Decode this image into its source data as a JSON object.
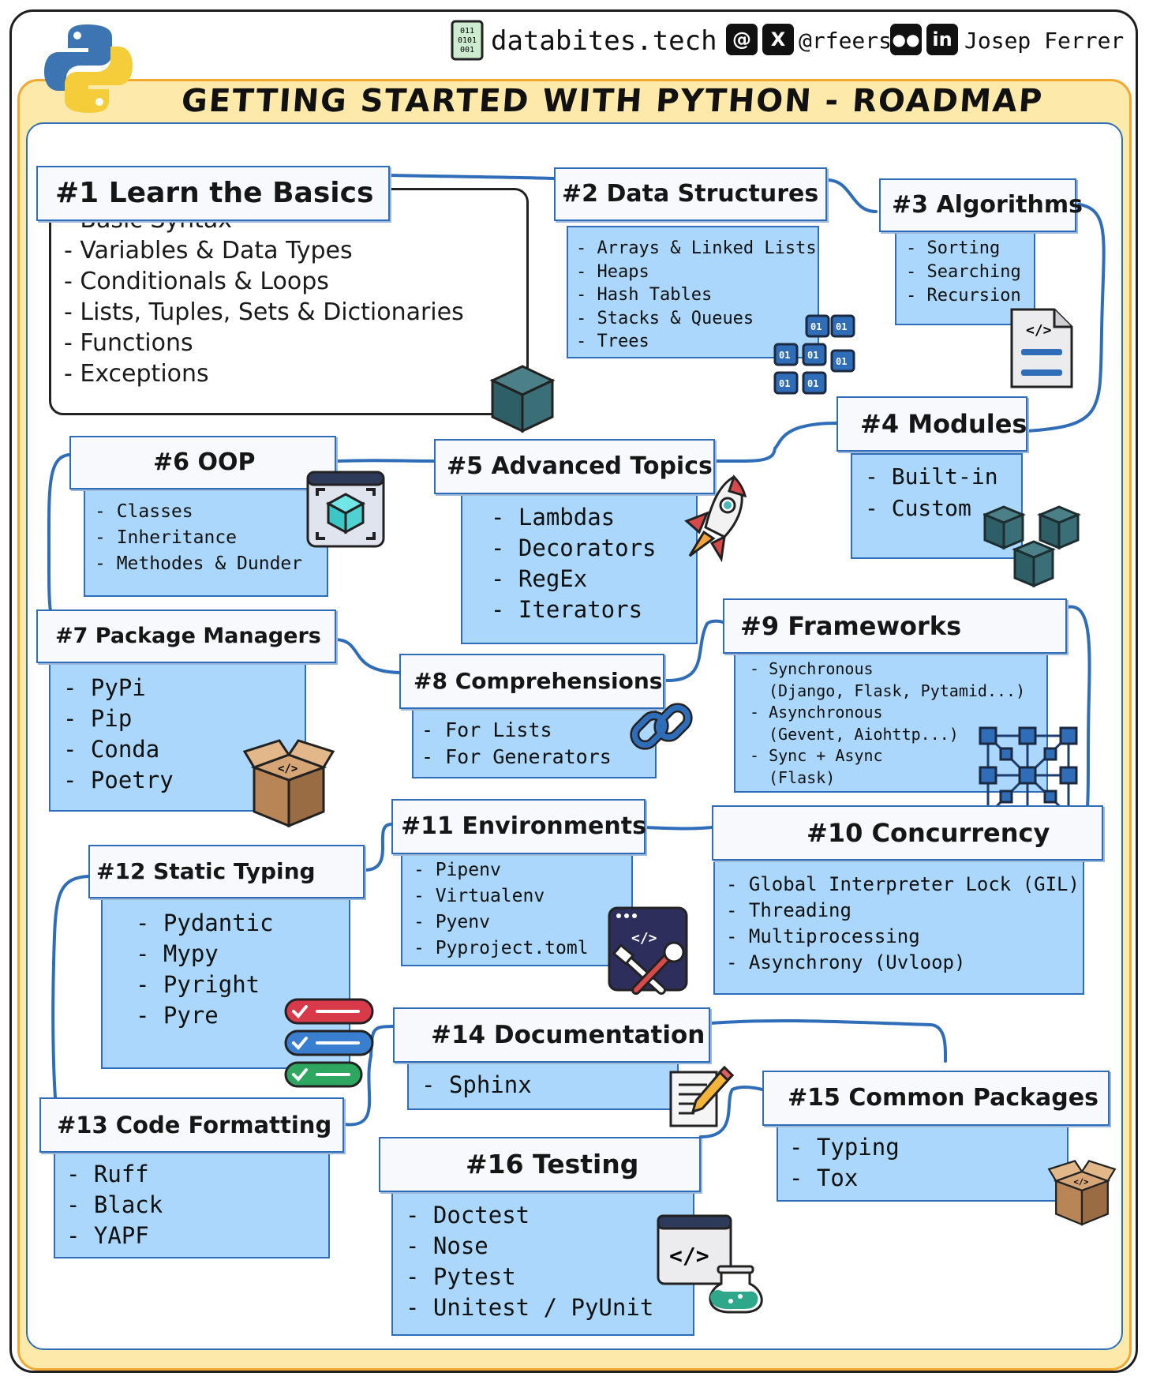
{
  "header": {
    "title": "GETTING STARTED WITH PYTHON - ROADMAP",
    "site": "databites.tech",
    "handle": "@rfeers",
    "author": "Josep Ferrer",
    "bits_icon_text": [
      "011",
      "0101",
      "001"
    ]
  },
  "colors": {
    "box_fill": "#aad7fb",
    "border_blue": "#2f6db8",
    "frame_yellow": "#fde9a9",
    "frame_orange": "#f2a72f"
  },
  "steps": {
    "s1": {
      "title": "#1 Learn the Basics",
      "items": [
        "Basic Syntax",
        "Variables & Data Types",
        "Conditionals & Loops",
        "Lists, Tuples, Sets & Dictionaries",
        "Functions",
        "Exceptions"
      ]
    },
    "s2": {
      "title": "#2 Data Structures",
      "items": [
        "Arrays & Linked Lists",
        "Heaps",
        "Hash Tables",
        "Stacks & Queues",
        "Trees"
      ]
    },
    "s3": {
      "title": "#3 Algorithms",
      "items": [
        "Sorting",
        "Searching",
        "Recursion"
      ]
    },
    "s4": {
      "title": "#4 Modules",
      "items": [
        "Built-in",
        "Custom"
      ]
    },
    "s5": {
      "title": "#5 Advanced Topics",
      "items": [
        "Lambdas",
        "Decorators",
        "RegEx",
        "Iterators"
      ]
    },
    "s6": {
      "title": "#6 OOP",
      "items": [
        "Classes",
        "Inheritance",
        "Methodes & Dunder"
      ]
    },
    "s7": {
      "title": "#7 Package Managers",
      "items": [
        "PyPi",
        "Pip",
        "Conda",
        "Poetry"
      ]
    },
    "s8": {
      "title": "#8 Comprehensions",
      "items": [
        "For Lists",
        "For Generators"
      ]
    },
    "s9": {
      "title": "#9 Frameworks",
      "items": [
        "Synchronous",
        "(Django, Flask, Pytamid...)",
        "Asynchronous",
        "(Gevent, Aiohttp...)",
        "Sync + Async",
        "(Flask)"
      ]
    },
    "s10": {
      "title": "#10 Concurrency",
      "items": [
        "Global Interpreter Lock (GIL)",
        "Threading",
        "Multiprocessing",
        "Asynchrony (Uvloop)"
      ]
    },
    "s11": {
      "title": "#11 Environments",
      "items": [
        "Pipenv",
        "Virtualenv",
        "Pyenv",
        "Pyproject.toml"
      ]
    },
    "s12": {
      "title": "#12 Static Typing",
      "items": [
        "Pydantic",
        "Mypy",
        "Pyright",
        "Pyre"
      ]
    },
    "s13": {
      "title": "#13 Code Formatting",
      "items": [
        "Ruff",
        "Black",
        "YAPF"
      ]
    },
    "s14": {
      "title": "#14 Documentation",
      "items": [
        "Sphinx"
      ]
    },
    "s15": {
      "title": "#15 Common Packages",
      "items": [
        "Typing",
        "Tox"
      ]
    },
    "s16": {
      "title": "#16 Testing",
      "items": [
        "Doctest",
        "Nose",
        "Pytest",
        "Unitest / PyUnit"
      ]
    }
  },
  "icons": {
    "python_logo": "python-logo-icon",
    "s1": "cube-icon",
    "s2": "binary-blocks-icon",
    "s3": "code-file-icon",
    "s4": "cubes-icon",
    "s5": "rocket-icon",
    "s6": "cube-frame-icon",
    "s7": "package-icon",
    "s8": "chain-link-icon",
    "s9": "network-grid-icon",
    "s11": "tools-icon",
    "s12": "checklist-icon",
    "s14": "pencil-note-icon",
    "s15": "package-icon",
    "s16": "code-flask-icon",
    "social": [
      "threads-icon",
      "x-icon",
      "medium-icon",
      "linkedin-icon"
    ]
  }
}
